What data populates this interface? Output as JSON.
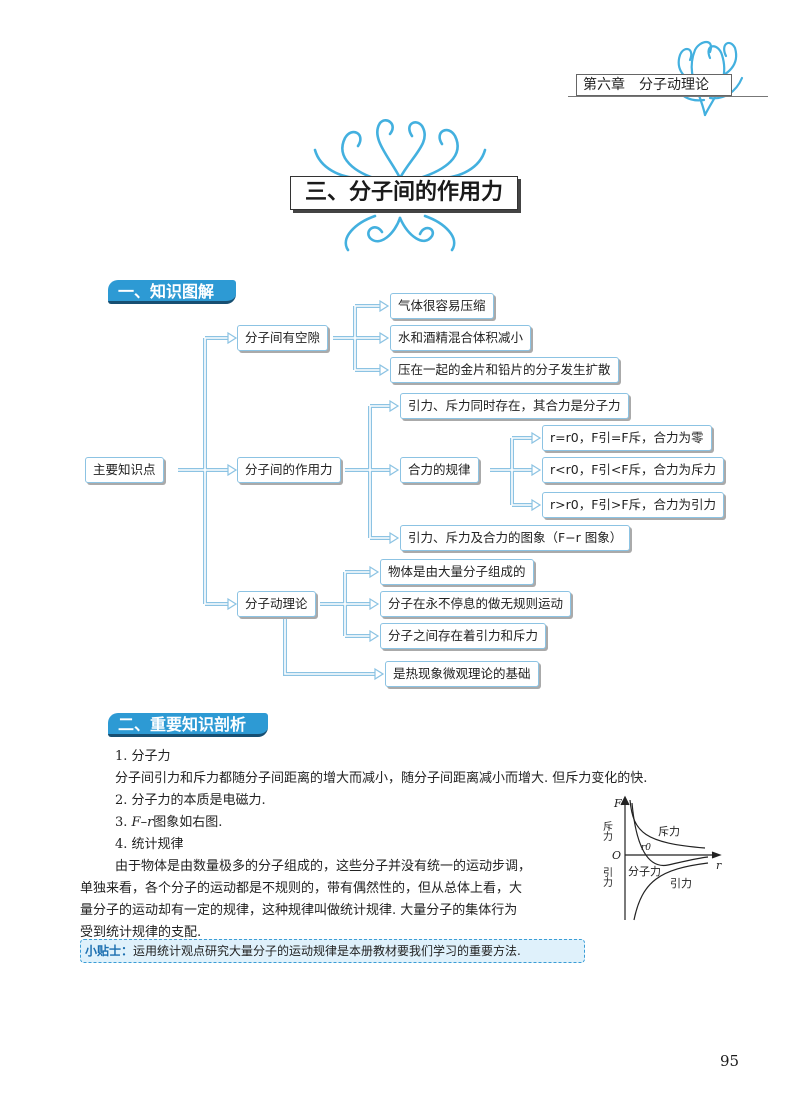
{
  "header": {
    "chapter": "第六章　分子动理论"
  },
  "title": "三、分子间的作用力",
  "section1": {
    "heading": "一、知识图解"
  },
  "mindmap": {
    "root": "主要知识点",
    "gap": "分子间有空隙",
    "gap_items": [
      "气体很容易压缩",
      "水和酒精混合体积减小",
      "压在一起的金片和铅片的分子发生扩散"
    ],
    "force": "分子间的作用力",
    "force_item1": "引力、斥力同时存在，其合力是分子力",
    "net": "合力的规律",
    "net_items": [
      "r=r0，F引=F斥，合力为零",
      "r<r0，F引<F斥，合力为斥力",
      "r>r0，F引>F斥，合力为引力"
    ],
    "force_item3": "引力、斥力及合力的图象（F−r 图象）",
    "kinetic": "分子动理论",
    "kinetic_items": [
      "物体是由大量分子组成的",
      "分子在永不停息的做无规则运动",
      "分子之间存在着引力和斥力"
    ],
    "basis": "是热现象微观理论的基础"
  },
  "section2": {
    "heading": "二、重要知识剖析"
  },
  "body": {
    "item1_title": "1. 分子力",
    "item1_text": "分子间引力和斥力都随分子间距离的增大而减小，随分子间距离减小而增大. 但斥力变化的快.",
    "item2": "2. 分子力的本质是电磁力.",
    "item3_suffix": "图象如右图.",
    "item3_prefix": "3. ",
    "item3_fr": "F–r",
    "item4_title": "4. 统计规律",
    "item4_text1": "由于物体是由数量极多的分子组成的，这些分子并没有统一的运动步调，",
    "item4_text2": "单独来看，各个分子的运动都是不规则的，带有偶然性的，但从总体上看，大",
    "item4_text3": "量分子的运动却有一定的规律，这种规律叫做统计规律. 大量分子的集体行为",
    "item4_text4": "受到统计规律的支配."
  },
  "graph": {
    "y_axis": "F",
    "x_axis": "r",
    "origin": "O",
    "r0": "r0",
    "repulsion_side": "斥力",
    "attraction_side": "引力",
    "repulsion_curve": "斥力",
    "attraction_curve": "引力",
    "net_curve": "分子力"
  },
  "tip": {
    "label": "小贴士：",
    "text": "运用统计观点研究大量分子的运动规律是本册教材要我们学习的重要方法."
  },
  "page_number": "95",
  "colors": {
    "accent": "#2d9ad4",
    "box_border": "#8cc3e3",
    "tip_bg": "#dff1fb"
  }
}
